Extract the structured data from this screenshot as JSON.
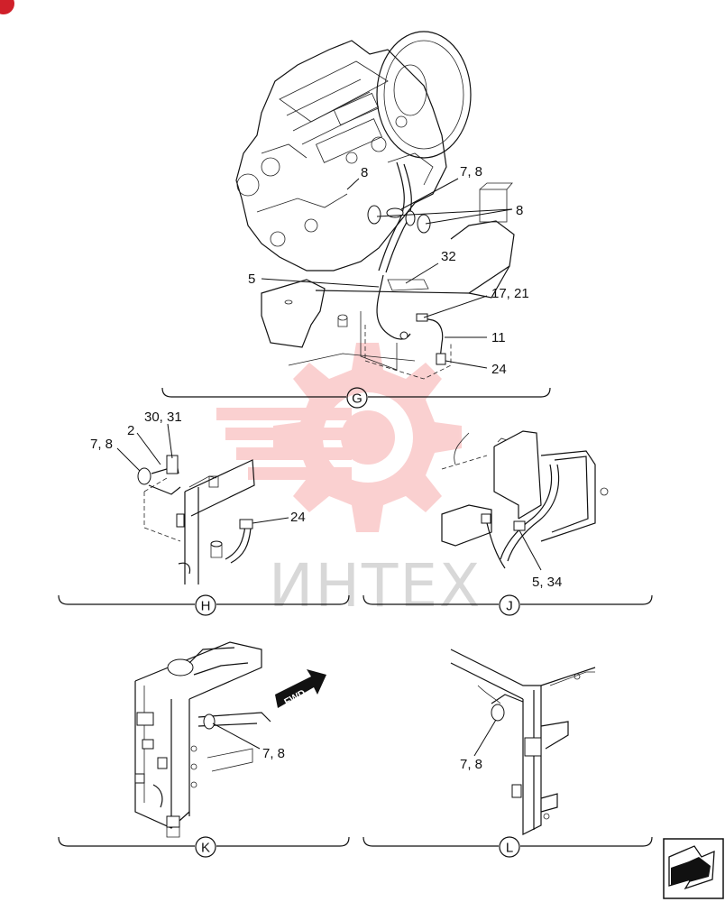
{
  "page_marker": "",
  "watermark": {
    "text": "ИНТЕХ",
    "color": "#f05a5a"
  },
  "views": {
    "G": {
      "letter": "G",
      "callouts": {
        "c78": "7, 8",
        "c8a": "8",
        "c8b": "8",
        "c32": "32",
        "c5": "5",
        "c1721": "17, 21",
        "c11": "11",
        "c24": "24"
      }
    },
    "H": {
      "letter": "H",
      "callouts": {
        "c3031": "30, 31",
        "c2": "2",
        "c78": "7, 8",
        "c24": "24"
      }
    },
    "J": {
      "letter": "J",
      "callouts": {
        "c534": "5, 34"
      }
    },
    "K": {
      "letter": "K",
      "callouts": {
        "c78": "7, 8"
      },
      "fwd_label": "FWD"
    },
    "L": {
      "letter": "L",
      "callouts": {
        "c78": "7, 8"
      }
    }
  },
  "nav_icon": "next-page-arrow-icon"
}
